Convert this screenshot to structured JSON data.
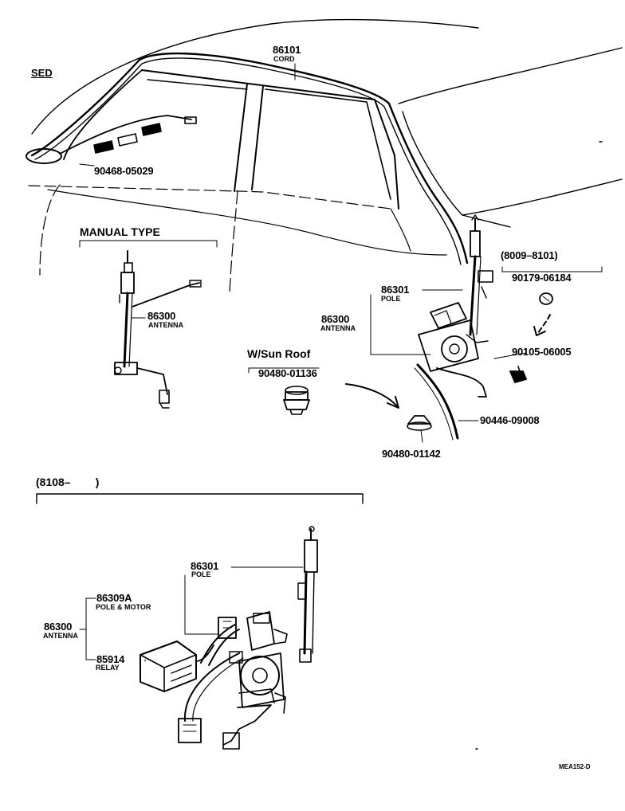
{
  "diagram": {
    "section_label": "SED",
    "drawing_code": "MEA152-D"
  },
  "top_assembly": {
    "cord": {
      "part_no": "86101",
      "desc": "CORD"
    },
    "clip": {
      "part_no": "90468-05029"
    },
    "pole": {
      "part_no": "86301",
      "desc": "POLE"
    },
    "antenna": {
      "part_no": "86300",
      "desc": "ANTENNA"
    },
    "date_range": "(8009–8101)",
    "nut": {
      "part_no": "90179-06184"
    },
    "bolt": {
      "part_no": "90105-06005"
    },
    "drain_hose": {
      "part_no": "90446-09008"
    },
    "grommet": {
      "part_no": "90480-01142"
    }
  },
  "manual_type": {
    "title": "MANUAL TYPE",
    "antenna": {
      "part_no": "86300",
      "desc": "ANTENNA"
    }
  },
  "sun_roof": {
    "title": "W/Sun Roof",
    "grommet": {
      "part_no": "90480-01136"
    }
  },
  "bottom_assembly": {
    "date_range": "(8108–        )",
    "pole": {
      "part_no": "86301",
      "desc": "POLE"
    },
    "pole_motor": {
      "part_no": "86309A",
      "desc": "POLE & MOTOR"
    },
    "antenna": {
      "part_no": "86300",
      "desc": "ANTENNA"
    },
    "relay": {
      "part_no": "85914",
      "desc": "RELAY"
    }
  }
}
